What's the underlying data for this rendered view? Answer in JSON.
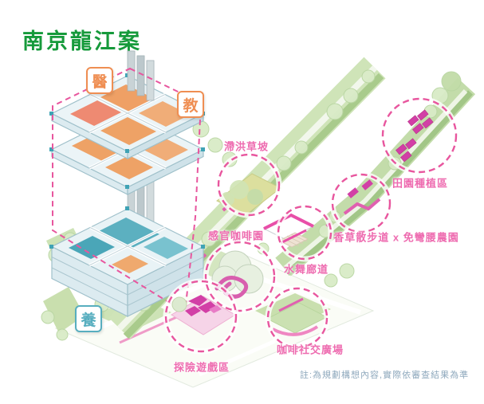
{
  "title": "南京龍江案",
  "note": "註:為規劃構想內容,實際依審查結果為準",
  "building_tags": [
    {
      "id": "medical",
      "label": "醫"
    },
    {
      "id": "education",
      "label": "教"
    },
    {
      "id": "care",
      "label": "養"
    }
  ],
  "features": [
    {
      "id": "flood-slope",
      "label": "滯洪草坡"
    },
    {
      "id": "garden-planting",
      "label": "田園種植區"
    },
    {
      "id": "herb-walk",
      "label": "香草散步道 x 免彎腰農園"
    },
    {
      "id": "water-corridor",
      "label": "水舞廊道"
    },
    {
      "id": "sensory-coffee",
      "label": "感官咖啡園"
    },
    {
      "id": "coffee-plaza",
      "label": "咖啡社交廣場"
    },
    {
      "id": "adventure-play",
      "label": "探險遊戲區"
    }
  ],
  "colors": {
    "title-green": "#169a3b",
    "accent-pink": "#e8569e",
    "label-pink": "#ee6cb0",
    "orange": "#ef8e52",
    "salmon": "#ee8a72",
    "teal": "#57aebf",
    "magenta": "#d23fa6",
    "green-band": "#a9cb8c",
    "light-green": "#cfe4b8",
    "grass-yellow": "#dde0a0",
    "note-blue": "#8fa9bd"
  }
}
